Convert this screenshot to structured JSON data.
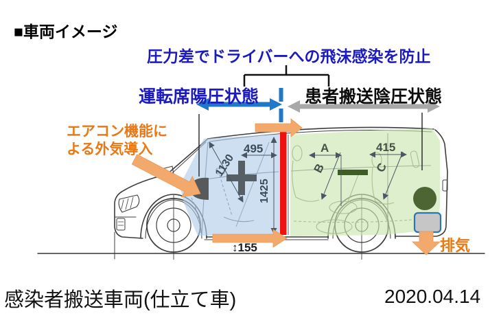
{
  "header": {
    "title": "■車両イメージ"
  },
  "callouts": {
    "pressure": "圧力差でドライバーへの飛沫感染を防止",
    "driver_zone": "運転席陽圧状態",
    "patient_zone": "患者搬送陰圧状態",
    "air_intake_line1": "エアコン機能に",
    "air_intake_line2": "よる外気導入",
    "exhaust": "排気"
  },
  "dimensions": {
    "cab_width": "495",
    "cab_diagonal": "1130",
    "door_height": "1425",
    "seat_a": "A",
    "seat_b": "B",
    "rear_width": "415",
    "seat_c": "C",
    "ground_clearance": "↕155"
  },
  "footer": {
    "caption": "感染者搬送車両(仕立て車)",
    "date": "2020.04.14"
  },
  "colors": {
    "heading_blue": "#1b1ac1",
    "driver_arrow_blue": "#1f78c8",
    "patient_arrow_gray": "#a8a8a8",
    "accent_orange_text": "#e87916",
    "airflow_arrow_orange": "#f3a96c",
    "driver_zone_fill": "#aecbe9",
    "patient_zone_fill": "#c9e5ae",
    "partition_red": "#ee1111"
  }
}
